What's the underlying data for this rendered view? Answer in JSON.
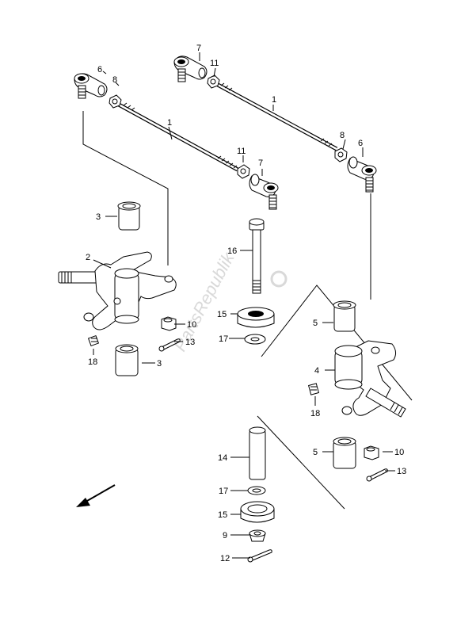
{
  "watermark": "PartsRepublik",
  "callouts": [
    {
      "id": "c-1a",
      "number": "1"
    },
    {
      "id": "c-1b",
      "number": "1"
    },
    {
      "id": "c-2",
      "number": "2"
    },
    {
      "id": "c-3a",
      "number": "3"
    },
    {
      "id": "c-3b",
      "number": "3"
    },
    {
      "id": "c-4",
      "number": "4"
    },
    {
      "id": "c-5a",
      "number": "5"
    },
    {
      "id": "c-5b",
      "number": "5"
    },
    {
      "id": "c-6a",
      "number": "6"
    },
    {
      "id": "c-6b",
      "number": "6"
    },
    {
      "id": "c-7a",
      "number": "7"
    },
    {
      "id": "c-7b",
      "number": "7"
    },
    {
      "id": "c-8a",
      "number": "8"
    },
    {
      "id": "c-8b",
      "number": "8"
    },
    {
      "id": "c-9",
      "number": "9"
    },
    {
      "id": "c-10a",
      "number": "10"
    },
    {
      "id": "c-10b",
      "number": "10"
    },
    {
      "id": "c-11a",
      "number": "11"
    },
    {
      "id": "c-11b",
      "number": "11"
    },
    {
      "id": "c-12",
      "number": "12"
    },
    {
      "id": "c-13a",
      "number": "13"
    },
    {
      "id": "c-13b",
      "number": "13"
    },
    {
      "id": "c-14",
      "number": "14"
    },
    {
      "id": "c-15a",
      "number": "15"
    },
    {
      "id": "c-15b",
      "number": "15"
    },
    {
      "id": "c-16",
      "number": "16"
    },
    {
      "id": "c-17a",
      "number": "17"
    },
    {
      "id": "c-17b",
      "number": "17"
    },
    {
      "id": "c-18a",
      "number": "18"
    },
    {
      "id": "c-18b",
      "number": "18"
    }
  ]
}
